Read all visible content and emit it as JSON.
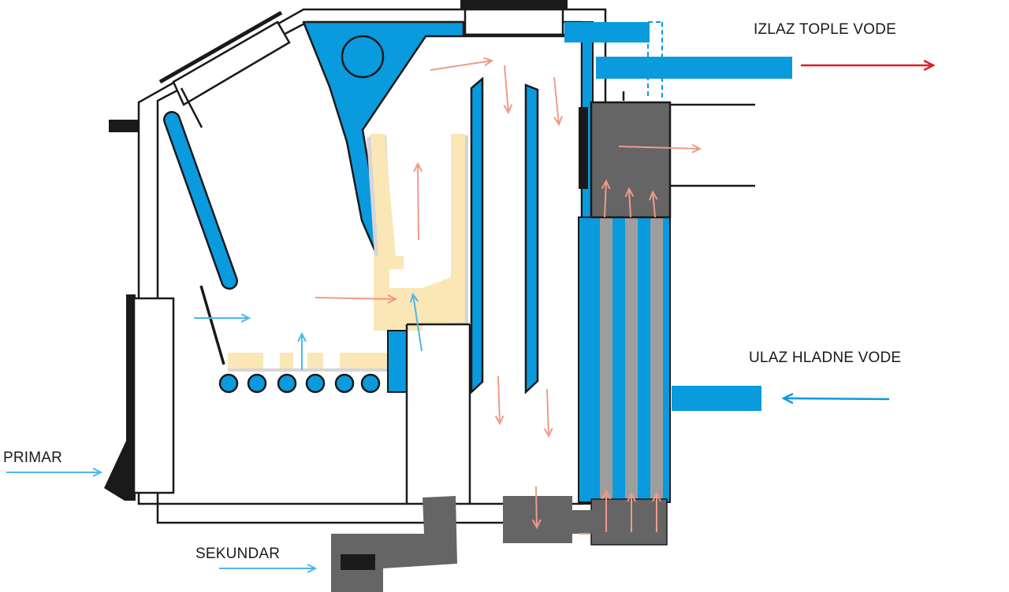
{
  "labels": {
    "hot_water_out": "IZLAZ TOPLE VODE",
    "cold_water_in": "ULAZ HLADNE VODE",
    "primary_air": "PRIMAR",
    "secondary_air": "SEKUNDAR"
  },
  "colors": {
    "water_blue": "#0a9ade",
    "air_arrow": "#4bb8ea",
    "flue_arrow": "#ef9a8a",
    "hot_arrow": "#e01b24",
    "cold_arrow": "#0a9ade",
    "flame_zone": "#fbe6b5",
    "shadow": "#d6d6d6",
    "steel": "#666565",
    "steel_light": "#9e9e9e",
    "outline": "#1a1a1a"
  }
}
